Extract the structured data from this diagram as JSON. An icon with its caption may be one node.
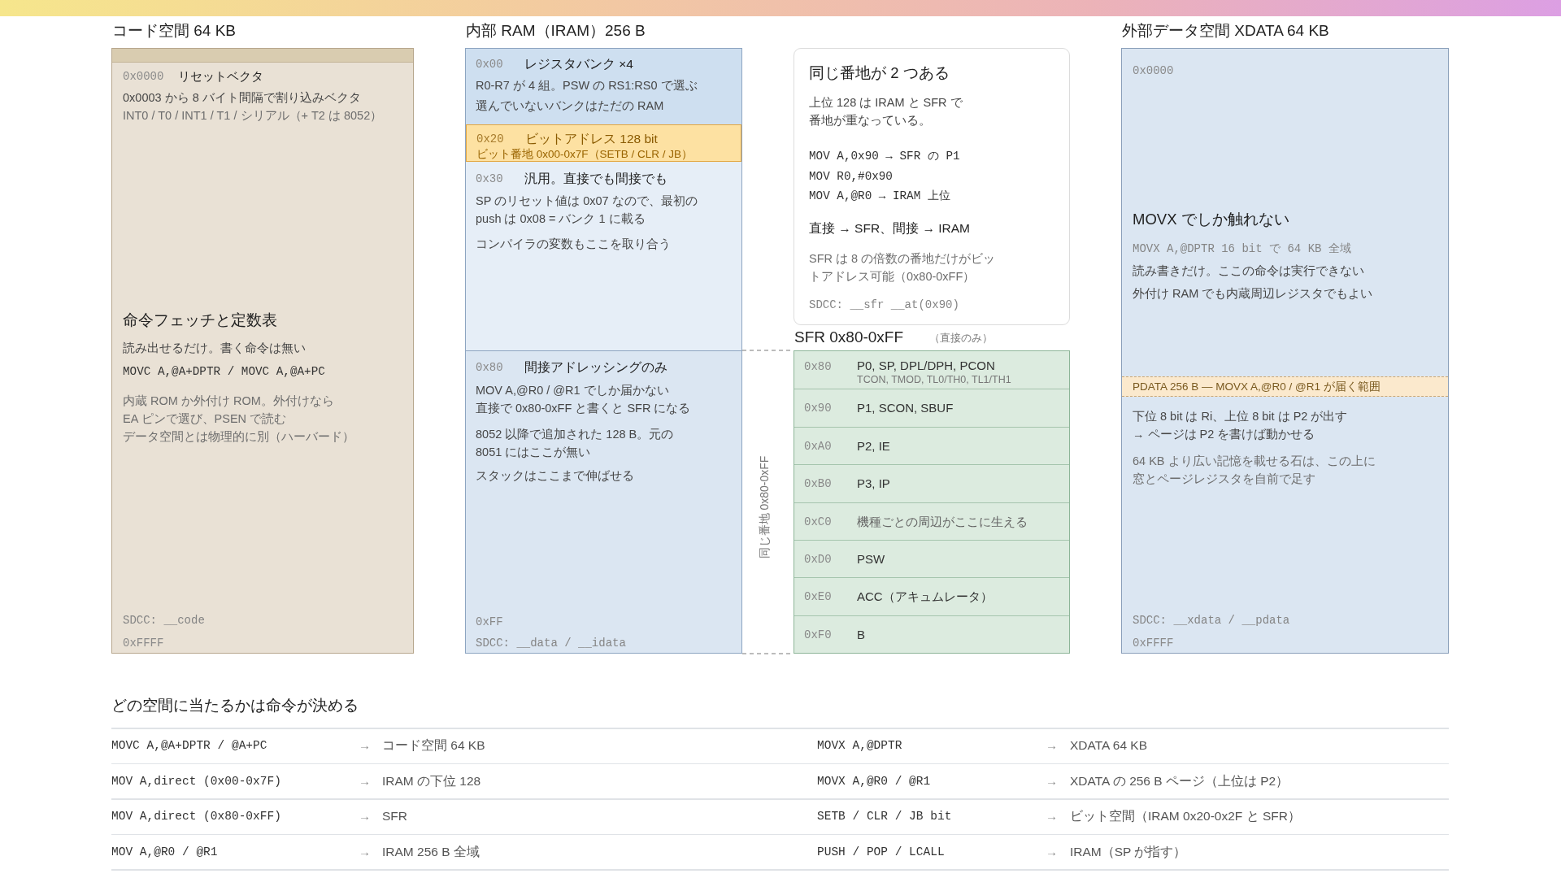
{
  "diagram": {
    "nodes": [
      {
        "text": [
          "コード空間 64 KB",
          "0x0000",
          "リセットベクタ",
          "0x0003 から 8 バイト間隔で割り込みベクタ",
          "INT0 / T0 / INT1 / T1 / シリアル（+ T2 は 8052）",
          "命令フェッチと定数表",
          "読み出せるだけ。書く命令は無い",
          "MOVC A,@A+DPTR / MOVC A,@A+PC",
          "内蔵 ROM か外付け ROM。外付けなら EA ピンで選び、PSEN で読む",
          "データ空間とは物理的に別（ハーバード）",
          "SDCC: __code",
          "0xFFFF"
        ]
      },
      {
        "text": [
          "内部 RAM（IRAM）256 B"
        ]
      },
      {
        "text": [
          "0x00",
          "レジスタバンク ×4",
          "R0-R7 が 4 組。PSW の RS1:RS0 で選ぶ",
          "選んでいないバンクはただの RAM"
        ],
        "in": 1
      },
      {
        "text": [
          "0x20",
          "ビットアドレス 128 bit",
          "ビット番地 0x00-0x7F（SETB / CLR / JB）"
        ],
        "in": 1
      },
      {
        "text": [
          "0x30",
          "汎用。直接でも間接でも",
          "SP のリセット値は 0x07 なので、最初の push は 0x08 = バンク 1 に載る",
          "コンパイラの変数もここを取り合う"
        ],
        "in": 1
      },
      {
        "text": [
          "0x80",
          "間接アドレッシングのみ",
          "MOV A,@R0 / @R1 でしか届かない",
          "直接で 0x80-0xFF と書くと SFR になる",
          "8052 以降で追加された 128 B。元の 8051 にはここが無い",
          "スタックはここまで伸ばせる",
          "0xFF",
          "SDCC: __data / __idata"
        ],
        "in": 1
      },
      {
        "text": [
          "同じ番地が 2 つある",
          "上位 128 は IRAM と SFR で番地が重なっている。",
          "MOV A,0x90 → SFR の P1",
          "MOV R0,#0x90",
          "MOV A,@R0 → IRAM 上位",
          "直接 → SFR、間接 → IRAM",
          "SFR は 8 の倍数の番地だけがビットアドレス可能（0x80-0xFF）",
          "SDCC: __sfr __at(0x90)"
        ]
      },
      {
        "text": [
          "SFR 0x80-0xFF",
          "（直接のみ）"
        ]
      },
      {
        "text": [
          "0x80",
          "P0, SP, DPL/DPH, PCON",
          "TCON, TMOD, TL0/TH0, TL1/TH1"
        ],
        "in": 7
      },
      {
        "text": [
          "0x90",
          "P1, SCON, SBUF"
        ],
        "in": 7
      },
      {
        "text": [
          "0xA0",
          "P2, IE"
        ],
        "in": 7
      },
      {
        "text": [
          "0xB0",
          "P3, IP"
        ],
        "in": 7
      },
      {
        "text": [
          "0xC0",
          "機種ごとの周辺がここに生える"
        ],
        "in": 7
      },
      {
        "text": [
          "0xD0",
          "PSW"
        ],
        "in": 7
      },
      {
        "text": [
          "0xE0",
          "ACC（アキュムレータ）"
        ],
        "in": 7
      },
      {
        "text": [
          "0xF0",
          "B"
        ],
        "in": 7
      },
      {
        "text": [
          "外部データ空間 XDATA 64 KB",
          "0x0000",
          "MOVX でしか触れない",
          "MOVX A,@DPTR 16 bit で 64 KB 全域",
          "読み書きだけ。ここの命令は実行できない",
          "外付け RAM でも内蔵周辺レジスタでもよい",
          "下位 8 bit は Ri、上位 8 bit は P2 が出す → ページは P2 を書けば動かせる",
          "64 KB より広い記憶を載せる石は、この上に窓とページレジスタを自前で足す",
          "SDCC: __xdata / __pdata",
          "0xFFFF"
        ]
      },
      {
        "text": [
          "PDATA 256 B — MOVX A,@R0 / @R1 が届く範囲"
        ],
        "in": 16
      }
    ],
    "labels": [
      "同じ番地 0x80-0xFF",
      "どの空間に当たるかは命令が決める",
      "MOVC A,@A+DPTR / @A+PC",
      "→",
      "コード空間 64 KB",
      "MOVX A,@DPTR",
      "→",
      "XDATA 64 KB",
      "MOV A,direct (0x00-0x7F)",
      "→",
      "IRAM の下位 128",
      "MOVX A,@R0 / @R1",
      "→",
      "XDATA の 256 B ページ（上位は P2）",
      "MOV A,direct (0x80-0xFF)",
      "→",
      "SFR",
      "SETB / CLR / JB bit",
      "→",
      "ビット空間（IRAM 0x20-0x2F と SFR）",
      "MOV A,@R0 / @R1",
      "→",
      "IRAM 256 B 全域",
      "PUSH / POP / LCALL",
      "→",
      "IRAM（SP が指す）"
    ]
  }
}
